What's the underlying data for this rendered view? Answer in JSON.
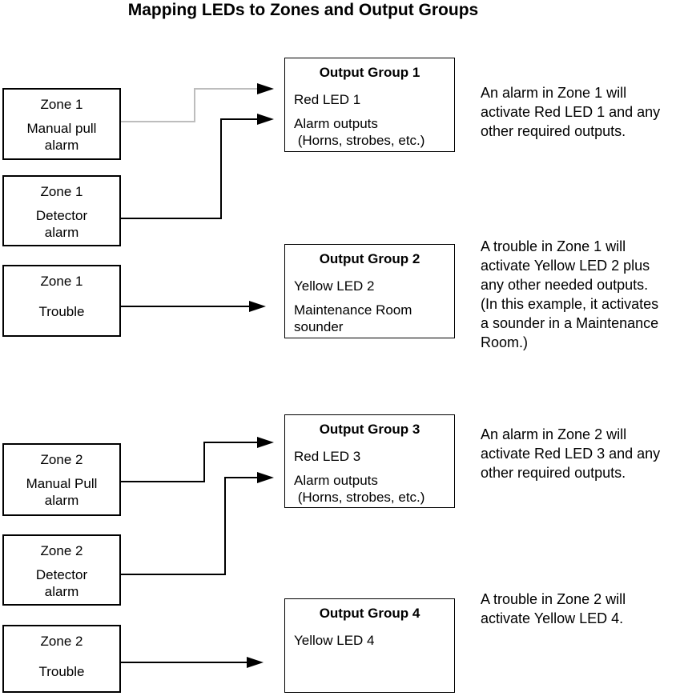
{
  "title": "Mapping LEDs to Zones and Output Groups",
  "zones": [
    {
      "name": "Zone 1",
      "label": "Manual pull\nalarm"
    },
    {
      "name": "Zone 1",
      "label": "Detector\nalarm"
    },
    {
      "name": "Zone 1",
      "label": "Trouble"
    },
    {
      "name": "Zone 2",
      "label": "Manual Pull\nalarm"
    },
    {
      "name": "Zone 2",
      "label": "Detector\nalarm"
    },
    {
      "name": "Zone 2",
      "label": "Trouble"
    }
  ],
  "output_groups": [
    {
      "title": "Output Group 1",
      "led": "Red LED 1",
      "outputs": "Alarm outputs\n (Horns, strobes, etc.)"
    },
    {
      "title": "Output Group 2",
      "led": "Yellow LED 2",
      "outputs": "Maintenance Room\nsounder"
    },
    {
      "title": "Output Group 3",
      "led": "Red LED 3",
      "outputs": "Alarm outputs\n (Horns, strobes, etc.)"
    },
    {
      "title": "Output Group 4",
      "led": "Yellow LED 4",
      "outputs": ""
    }
  ],
  "notes": [
    "An alarm in Zone 1 will\nactivate Red LED 1 and any\nother required outputs.",
    "A trouble in Zone 1 will\nactivate Yellow LED 2 plus\nany other needed outputs.\n(In this example, it activates\na sounder in a Maintenance\nRoom.)",
    "An alarm in Zone 2 will\nactivate Red LED 3 and any\nother required outputs.",
    "A trouble in Zone 2 will\nactivate Yellow LED 4."
  ],
  "colors": {
    "connector": "#000000",
    "muted_connector": "#bdbdbd",
    "background": "#ffffff",
    "text": "#000000"
  }
}
